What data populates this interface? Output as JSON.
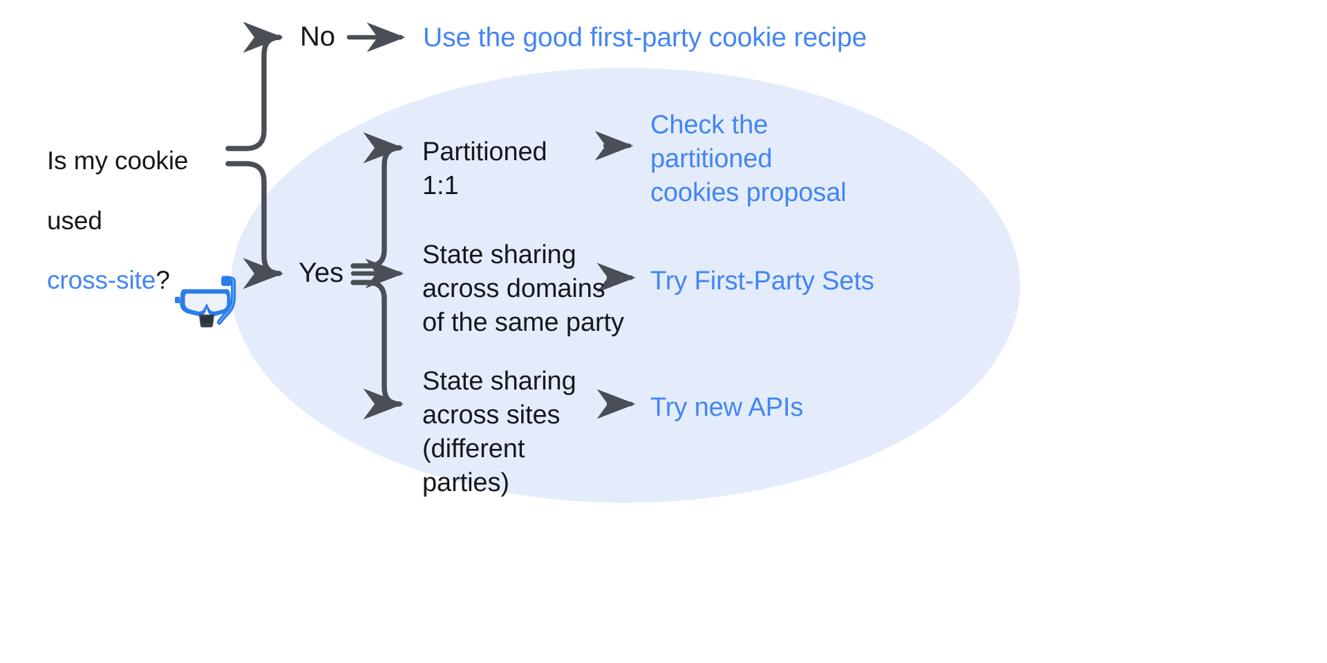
{
  "diagram": {
    "title": "Is my cookie used cross-site? decision flow",
    "background_color": "#ffffff",
    "highlight_ellipse_color": "#e4ecfb",
    "arrow_color": "#4a4f57",
    "text_color": "#16181c",
    "link_color": "#4285f4"
  },
  "root": {
    "question_line1": "Is my cookie",
    "question_line2": "used ",
    "question_accent": "cross-site",
    "question_suffix": "?"
  },
  "branches": {
    "no_label": "No",
    "yes_label": "Yes"
  },
  "outcomes": {
    "no_result": "Use the good first-party cookie recipe",
    "partitioned_case": "Partitioned\n1:1",
    "partitioned_result": "Check the\npartitioned\ncookies proposal",
    "domains_case": "State sharing\nacross domains\nof the same party",
    "domains_result": "Try First-Party Sets",
    "sites_case": "State sharing\nacross sites\n(different\nparties)",
    "sites_result": "Try new APIs"
  },
  "icons": {
    "diving_mask": "diving-mask-icon"
  }
}
